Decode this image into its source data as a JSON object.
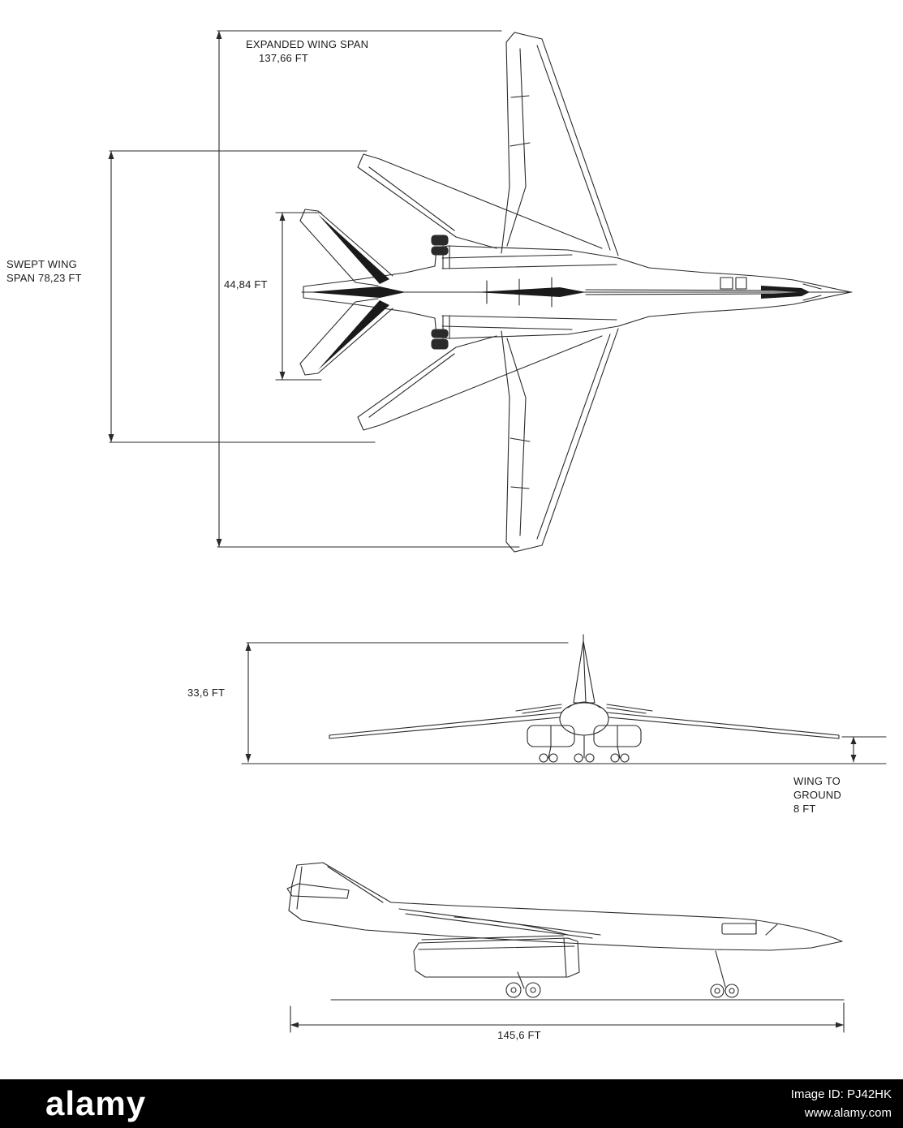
{
  "diagram": {
    "subject": "aircraft-three-view-dimension-drawing",
    "ink_color": "#2a2a2a",
    "views": [
      "top-plan-view",
      "front-view",
      "side-view"
    ],
    "labels": {
      "expanded_span_1": "EXPANDED WING SPAN",
      "expanded_span_2": "137,66 FT",
      "swept_span_1": "SWEPT WING",
      "swept_span_2": "SPAN 78,23 FT",
      "tail_span": "44,84 FT",
      "height": "33,6 FT",
      "wing_to_ground_1": "WING TO",
      "wing_to_ground_2": "GROUND",
      "wing_to_ground_3": "8 FT",
      "overall_length": "145,6 FT"
    }
  },
  "watermark": {
    "brand": "alamy",
    "image_id": "Image ID: PJ42HK",
    "url": "www.alamy.com",
    "bar_color": "#000000"
  }
}
